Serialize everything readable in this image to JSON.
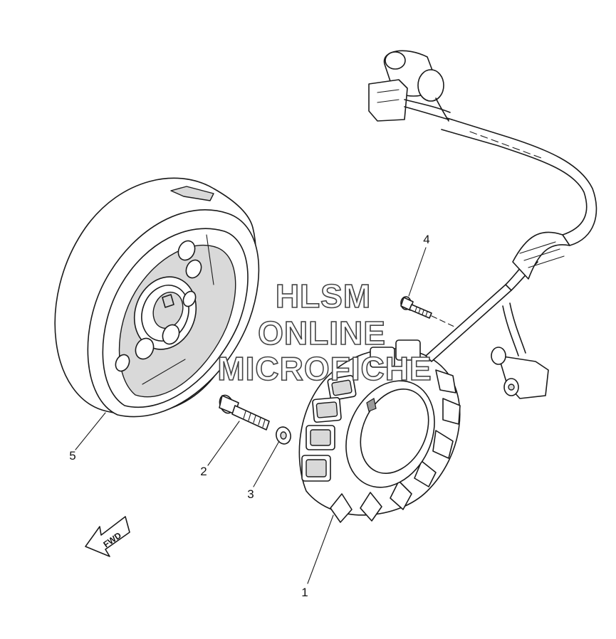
{
  "callouts": {
    "c1": "1",
    "c2": "2",
    "c3": "3",
    "c4": "4",
    "c5": "5"
  },
  "direction_label": "FWD",
  "watermark": {
    "line1": "HLSM",
    "line2": "ONLINE",
    "line3": "MICROFICHE"
  }
}
